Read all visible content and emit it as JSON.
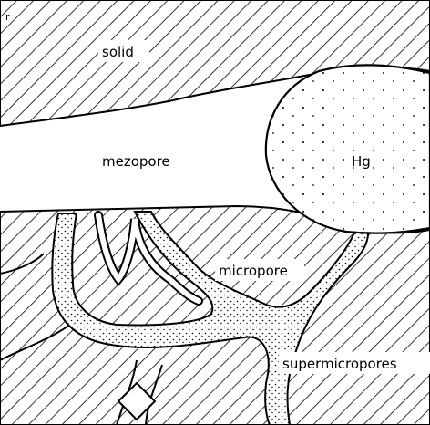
{
  "labels": {
    "corner": "r",
    "solid": "solid",
    "mezopore": "mezopore",
    "hg": "Hg",
    "micropore": "micropore",
    "supermicropores": "supermicropores"
  },
  "colors": {
    "ink": "#000000",
    "paper": "#ffffff"
  }
}
